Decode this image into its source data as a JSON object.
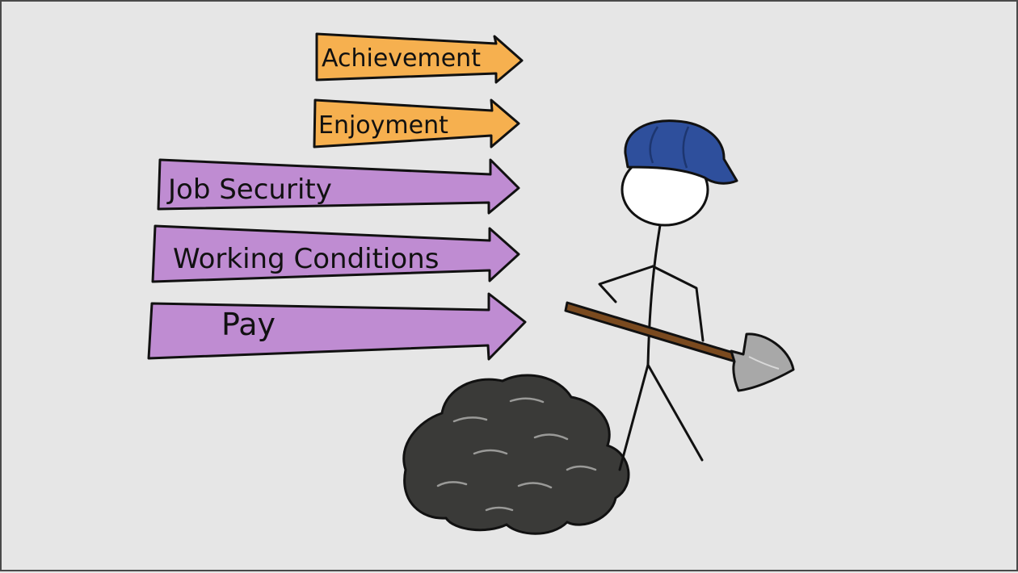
{
  "arrows": {
    "achievement": {
      "label": "Achievement",
      "color": "#f6b04f"
    },
    "enjoyment": {
      "label": "Enjoyment",
      "color": "#f6b04f"
    },
    "job_security": {
      "label": "Job Security",
      "color": "#bf8cd2"
    },
    "working_conditions": {
      "label": "Working Conditions",
      "color": "#bf8cd2"
    },
    "pay": {
      "label": "Pay",
      "color": "#bf8cd2"
    }
  },
  "figure": {
    "cap_color": "#2e4f9c",
    "shovel_handle_color": "#7a4a1f",
    "shovel_blade_color": "#a8a8a8",
    "dirt_color": "#3a3a38"
  },
  "icons": [
    "stick-figure-icon",
    "shovel-icon",
    "dirt-pile-icon",
    "cap-icon"
  ]
}
